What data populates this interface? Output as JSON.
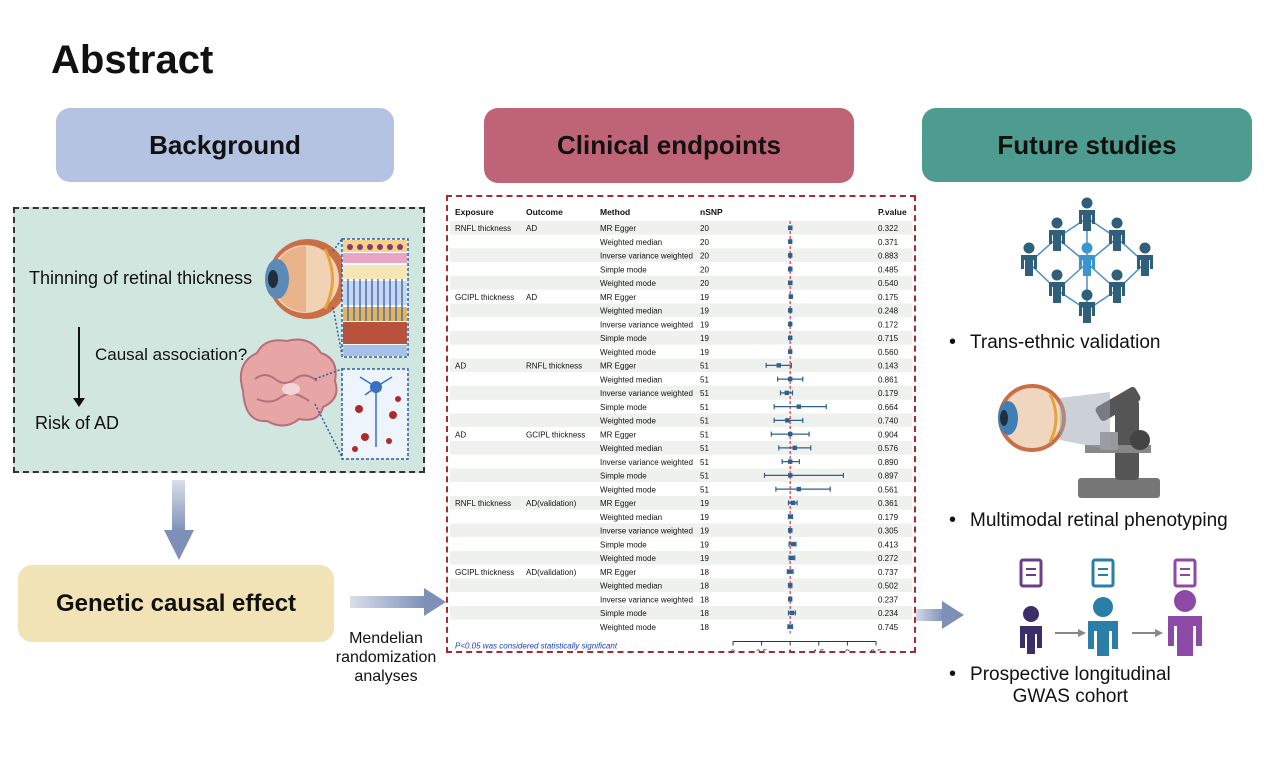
{
  "title": "Abstract",
  "headers": {
    "background": "Background",
    "clinical": "Clinical endpoints",
    "future": "Future studies"
  },
  "background_box": {
    "thinning": "Thinning of retinal thickness",
    "causal": "Causal association?",
    "risk": "Risk of AD"
  },
  "genetic_box": "Genetic causal effect",
  "mr_caption": [
    "Mendelian",
    "randomization",
    "analyses"
  ],
  "future": {
    "b1": "Trans-ethnic validation",
    "b2": "Multimodal retinal phenotyping",
    "b3_line1": "Prospective longitudinal",
    "b3_line2": "GWAS cohort"
  },
  "colors": {
    "background_header": "#b3c3e1",
    "clinical_header": "#bf6476",
    "future_header": "#4e9b8f",
    "genetic_box": "#f1e3b5",
    "people": "#2f5f7a",
    "ci": "#2d5f8f",
    "null_line": "#d0394a"
  },
  "chart_data": {
    "type": "forest",
    "columns": [
      "Exposure",
      "Outcome",
      "Method",
      "nSNP",
      "P.value"
    ],
    "footnote": "P<0.05 was considered statistically significant",
    "xticks": [
      "0",
      "0.5",
      "1",
      "1.5",
      "2",
      "2.5"
    ],
    "xlim": [
      0,
      2.5
    ],
    "null_value": 1,
    "rows": [
      {
        "exposure": "RNFL thickness",
        "outcome": "AD",
        "method": "MR Egger",
        "nsnp": "20",
        "est": 1.0,
        "lo": 0.98,
        "hi": 1.03,
        "p": "0.322"
      },
      {
        "exposure": "",
        "outcome": "",
        "method": "Weighted median",
        "nsnp": "20",
        "est": 1.0,
        "lo": 0.99,
        "hi": 1.02,
        "p": "0.371"
      },
      {
        "exposure": "",
        "outcome": "",
        "method": "Inverse variance weighted",
        "nsnp": "20",
        "est": 1.0,
        "lo": 0.99,
        "hi": 1.01,
        "p": "0.883"
      },
      {
        "exposure": "",
        "outcome": "",
        "method": "Simple mode",
        "nsnp": "20",
        "est": 1.0,
        "lo": 0.98,
        "hi": 1.03,
        "p": "0.485"
      },
      {
        "exposure": "",
        "outcome": "",
        "method": "Weighted mode",
        "nsnp": "20",
        "est": 1.0,
        "lo": 0.98,
        "hi": 1.03,
        "p": "0.540"
      },
      {
        "exposure": "GCIPL thickness",
        "outcome": "AD",
        "method": "MR Egger",
        "nsnp": "19",
        "est": 1.01,
        "lo": 0.99,
        "hi": 1.03,
        "p": "0.175"
      },
      {
        "exposure": "",
        "outcome": "",
        "method": "Weighted median",
        "nsnp": "19",
        "est": 1.0,
        "lo": 0.99,
        "hi": 1.02,
        "p": "0.248"
      },
      {
        "exposure": "",
        "outcome": "",
        "method": "Inverse variance weighted",
        "nsnp": "19",
        "est": 1.0,
        "lo": 0.99,
        "hi": 1.01,
        "p": "0.172"
      },
      {
        "exposure": "",
        "outcome": "",
        "method": "Simple mode",
        "nsnp": "19",
        "est": 1.0,
        "lo": 0.99,
        "hi": 1.02,
        "p": "0.715"
      },
      {
        "exposure": "",
        "outcome": "",
        "method": "Weighted mode",
        "nsnp": "19",
        "est": 1.0,
        "lo": 0.99,
        "hi": 1.02,
        "p": "0.560"
      },
      {
        "exposure": "AD",
        "outcome": "RNFL thickness",
        "method": "MR Egger",
        "nsnp": "51",
        "est": 0.8,
        "lo": 0.58,
        "hi": 1.02,
        "p": "0.143"
      },
      {
        "exposure": "",
        "outcome": "",
        "method": "Weighted median",
        "nsnp": "51",
        "est": 1.0,
        "lo": 0.78,
        "hi": 1.22,
        "p": "0.861"
      },
      {
        "exposure": "",
        "outcome": "",
        "method": "Inverse variance weighted",
        "nsnp": "51",
        "est": 0.94,
        "lo": 0.83,
        "hi": 1.04,
        "p": "0.179"
      },
      {
        "exposure": "",
        "outcome": "",
        "method": "Simple mode",
        "nsnp": "51",
        "est": 1.15,
        "lo": 0.72,
        "hi": 1.63,
        "p": "0.664"
      },
      {
        "exposure": "",
        "outcome": "",
        "method": "Weighted mode",
        "nsnp": "51",
        "est": 0.95,
        "lo": 0.72,
        "hi": 1.22,
        "p": "0.740"
      },
      {
        "exposure": "AD",
        "outcome": "GCIPL thickness",
        "method": "MR Egger",
        "nsnp": "51",
        "est": 1.0,
        "lo": 0.67,
        "hi": 1.33,
        "p": "0.904"
      },
      {
        "exposure": "",
        "outcome": "",
        "method": "Weighted median",
        "nsnp": "51",
        "est": 1.08,
        "lo": 0.8,
        "hi": 1.36,
        "p": "0.576"
      },
      {
        "exposure": "",
        "outcome": "",
        "method": "Inverse variance weighted",
        "nsnp": "51",
        "est": 1.0,
        "lo": 0.86,
        "hi": 1.16,
        "p": "0.890"
      },
      {
        "exposure": "",
        "outcome": "",
        "method": "Simple mode",
        "nsnp": "51",
        "est": 1.0,
        "lo": 0.55,
        "hi": 1.93,
        "p": "0.897"
      },
      {
        "exposure": "",
        "outcome": "",
        "method": "Weighted mode",
        "nsnp": "51",
        "est": 1.15,
        "lo": 0.75,
        "hi": 1.7,
        "p": "0.561"
      },
      {
        "exposure": "RNFL thickness",
        "outcome": "AD(validation)",
        "method": "MR Egger",
        "nsnp": "19",
        "est": 1.05,
        "lo": 0.97,
        "hi": 1.12,
        "p": "0.361"
      },
      {
        "exposure": "",
        "outcome": "",
        "method": "Weighted median",
        "nsnp": "19",
        "est": 1.0,
        "lo": 0.97,
        "hi": 1.04,
        "p": "0.179"
      },
      {
        "exposure": "",
        "outcome": "",
        "method": "Inverse variance weighted",
        "nsnp": "19",
        "est": 1.0,
        "lo": 0.98,
        "hi": 1.03,
        "p": "0.305"
      },
      {
        "exposure": "",
        "outcome": "",
        "method": "Simple mode",
        "nsnp": "19",
        "est": 1.05,
        "lo": 0.98,
        "hi": 1.1,
        "p": "0.413"
      },
      {
        "exposure": "",
        "outcome": "",
        "method": "Weighted mode",
        "nsnp": "19",
        "est": 1.03,
        "lo": 0.98,
        "hi": 1.08,
        "p": "0.272"
      },
      {
        "exposure": "GCIPL thickness",
        "outcome": "AD(validation)",
        "method": "MR Egger",
        "nsnp": "18",
        "est": 1.0,
        "lo": 0.95,
        "hi": 1.05,
        "p": "0.737"
      },
      {
        "exposure": "",
        "outcome": "",
        "method": "Weighted median",
        "nsnp": "18",
        "est": 1.0,
        "lo": 0.97,
        "hi": 1.03,
        "p": "0.502"
      },
      {
        "exposure": "",
        "outcome": "",
        "method": "Inverse variance weighted",
        "nsnp": "18",
        "est": 1.0,
        "lo": 0.98,
        "hi": 1.02,
        "p": "0.237"
      },
      {
        "exposure": "",
        "outcome": "",
        "method": "Simple mode",
        "nsnp": "18",
        "est": 1.03,
        "lo": 0.97,
        "hi": 1.09,
        "p": "0.234"
      },
      {
        "exposure": "",
        "outcome": "",
        "method": "Weighted mode",
        "nsnp": "18",
        "est": 1.0,
        "lo": 0.96,
        "hi": 1.04,
        "p": "0.745"
      }
    ]
  }
}
